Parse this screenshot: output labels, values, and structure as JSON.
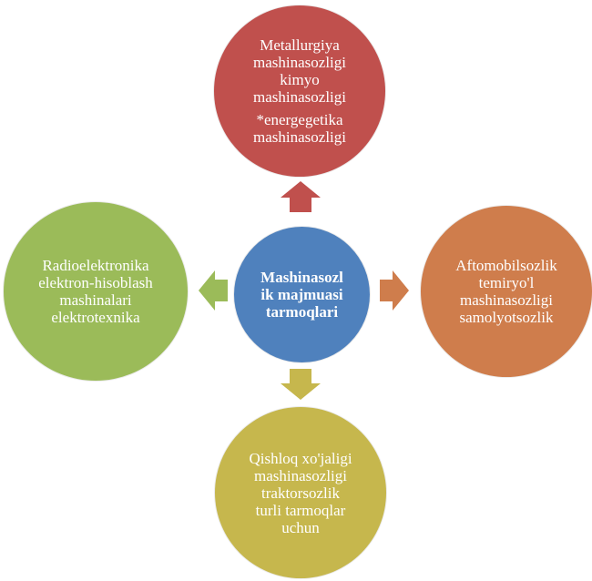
{
  "colors": {
    "center": "#4f81bd",
    "top": "#c0504d",
    "right": "#cf7d4c",
    "bottom": "#c6b74d",
    "left": "#9bbb59"
  },
  "center": {
    "lines": "Mashinasozl\nik majmuasi\ntarmoqlari"
  },
  "top": {
    "line1": "Metallurgiya\nmashinasozligi\nkimyo\nmashinasozligi",
    "line2": "*energegetika\nmashinasozligi"
  },
  "right": {
    "lines": "Aftomobilsozlik\ntemiryo'l\nmashinasozligi\nsamolyotsozlik"
  },
  "bottom": {
    "lines": "Qishloq xo'jaligi\nmashinasozligi\ntraktorsozlik\nturli tarmoqlar\nuchun"
  },
  "left": {
    "lines": "Radioelektronika\nelektron-hisoblash\nmashinalari\nelektrotexnika"
  }
}
